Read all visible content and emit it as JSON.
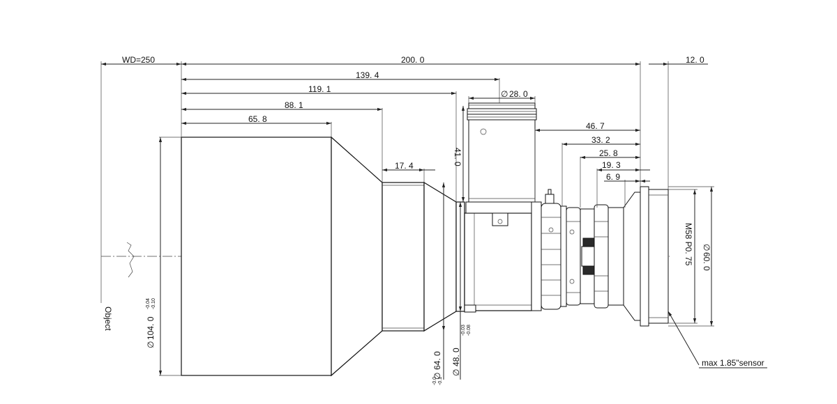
{
  "dimensions": {
    "wd": "WD=250",
    "total_length": "200. 0",
    "back_12": "12. 0",
    "d139": "139. 4",
    "d119": "119. 1",
    "d88": "88. 1",
    "d65": "65. 8",
    "d17": "17. 4",
    "d28": "28. 0",
    "d41": "41. 0",
    "d46": "46. 7",
    "d33": "33. 2",
    "d25": "25. 8",
    "d19": "19. 3",
    "d6": "6. 9",
    "dia104": "104. 0",
    "dia104_tol_top": "-0.04",
    "dia104_tol_bot": "-0.10",
    "dia64": "64. 0",
    "dia64_tol_top": "-0.0",
    "dia64_tol_bot": "-0.1",
    "dia48": "48. 0",
    "dia48_tol_top": "-0.03",
    "dia48_tol_bot": "-0.08",
    "dia60": "60. 0",
    "thread": "M58 P0. 75",
    "diameter_symbol": "∅"
  },
  "labels": {
    "object": "Object",
    "sensor": "max 1.85\"sensor"
  }
}
